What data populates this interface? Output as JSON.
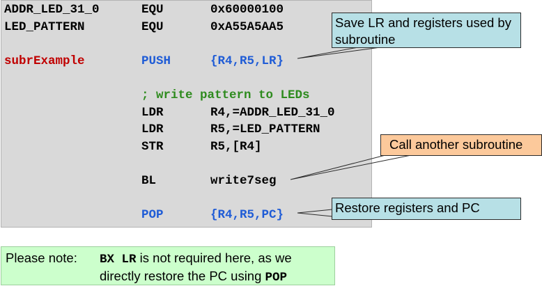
{
  "code": {
    "lines": [
      {
        "label": "ADDR_LED_31_0",
        "op": "EQU",
        "arg": "0x60000100"
      },
      {
        "label": "LED_PATTERN",
        "op": "EQU",
        "arg": "0xA55A5AA5"
      },
      {
        "label": "subrExample",
        "op": "PUSH",
        "arg": "{R4,R5,LR}"
      },
      {
        "comment": "; write pattern to LEDs"
      },
      {
        "op": "LDR",
        "arg": "R4,=ADDR_LED_31_0"
      },
      {
        "op": "LDR",
        "arg": "R5,=LED_PATTERN"
      },
      {
        "op": "STR",
        "arg": "R5,[R4]"
      },
      {
        "op": "BL",
        "arg": "write7seg"
      },
      {
        "op": "POP",
        "arg": "{R4,R5,PC}"
      }
    ]
  },
  "callouts": {
    "save": "Save LR and registers used by subroutine",
    "call": "Call another subroutine",
    "restore": "Restore registers and PC"
  },
  "note": {
    "label": "Please note:",
    "code1": "BX LR",
    "text1": " is not required here, as we directly restore the PC using ",
    "code2": "POP"
  },
  "colors": {
    "label_red": "#c00000",
    "keyword_blue": "#1f5cd6",
    "comment_green": "#2e8b1e",
    "callout_cyan": "#b7e0e6",
    "callout_orange": "#fcc99b",
    "note_green": "#ccffcc",
    "panel_gray": "#d9d9d9"
  }
}
